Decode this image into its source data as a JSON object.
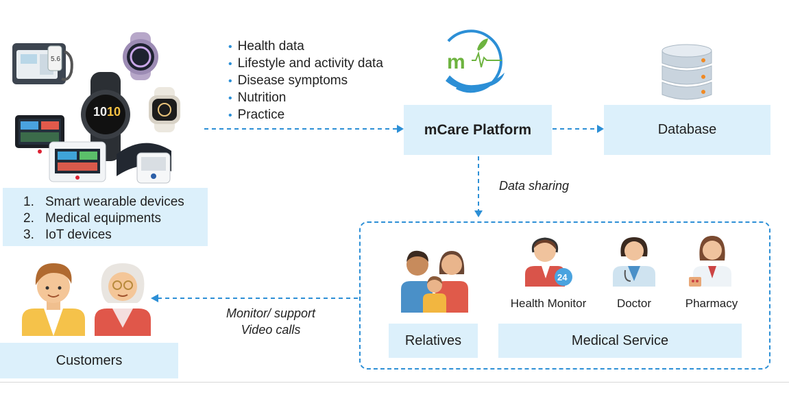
{
  "data_types": {
    "items": [
      "Health data",
      "Lifestyle and activity data",
      "Disease symptoms",
      "Nutrition",
      "Practice"
    ]
  },
  "devices": {
    "items": [
      {
        "num": "1.",
        "label": "Smart wearable devices"
      },
      {
        "num": "2.",
        "label": "Medical equipments"
      },
      {
        "num": "3.",
        "label": "IoT devices"
      }
    ]
  },
  "platform": {
    "logo_letter": "m",
    "label": "mCare Platform"
  },
  "database": {
    "label": "Database"
  },
  "data_sharing": {
    "label": "Data sharing"
  },
  "monitor": {
    "line1": "Monitor/ support",
    "line2": "Video calls"
  },
  "relatives": {
    "label": "Relatives"
  },
  "medical_service": {
    "label": "Medical Service",
    "roles": [
      {
        "label": "Health Monitor",
        "badge": "24"
      },
      {
        "label": "Doctor"
      },
      {
        "label": "Pharmacy"
      }
    ]
  },
  "customers": {
    "label": "Customers"
  },
  "colors": {
    "accent": "#2c8fd6",
    "box_fill": "#dcf0fb",
    "logo_green": "#6db33f"
  }
}
